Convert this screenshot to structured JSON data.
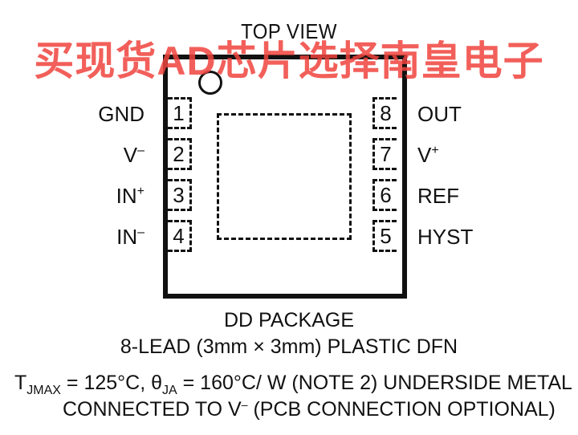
{
  "view_title": "TOP VIEW",
  "watermark": "买现货AD芯片选择南皇电子",
  "pins": {
    "p1": {
      "num": "1",
      "label": "GND",
      "sup": ""
    },
    "p2": {
      "num": "2",
      "label": "V",
      "sup": "–"
    },
    "p3": {
      "num": "3",
      "label": "IN",
      "sup": "+"
    },
    "p4": {
      "num": "4",
      "label": "IN",
      "sup": "–"
    },
    "p5": {
      "num": "5",
      "label": "HYST",
      "sup": ""
    },
    "p6": {
      "num": "6",
      "label": "REF",
      "sup": ""
    },
    "p7": {
      "num": "7",
      "label": "V",
      "sup": "+"
    },
    "p8": {
      "num": "8",
      "label": "OUT",
      "sup": ""
    }
  },
  "package_name": "DD PACKAGE",
  "package_desc": "8-LEAD (3mm × 3mm) PLASTIC DFN",
  "note": {
    "t": "T",
    "t_sub": "JMAX",
    "t_rest": " = 125°C, θ",
    "theta_sub": "JA",
    "theta_rest": " = 160°C/ W (NOTE 2) UNDERSIDE METAL",
    "line2_pre": "CONNECTED TO V",
    "line2_sup": "–",
    "line2_post": " (PCB CONNECTION OPTIONAL)"
  }
}
